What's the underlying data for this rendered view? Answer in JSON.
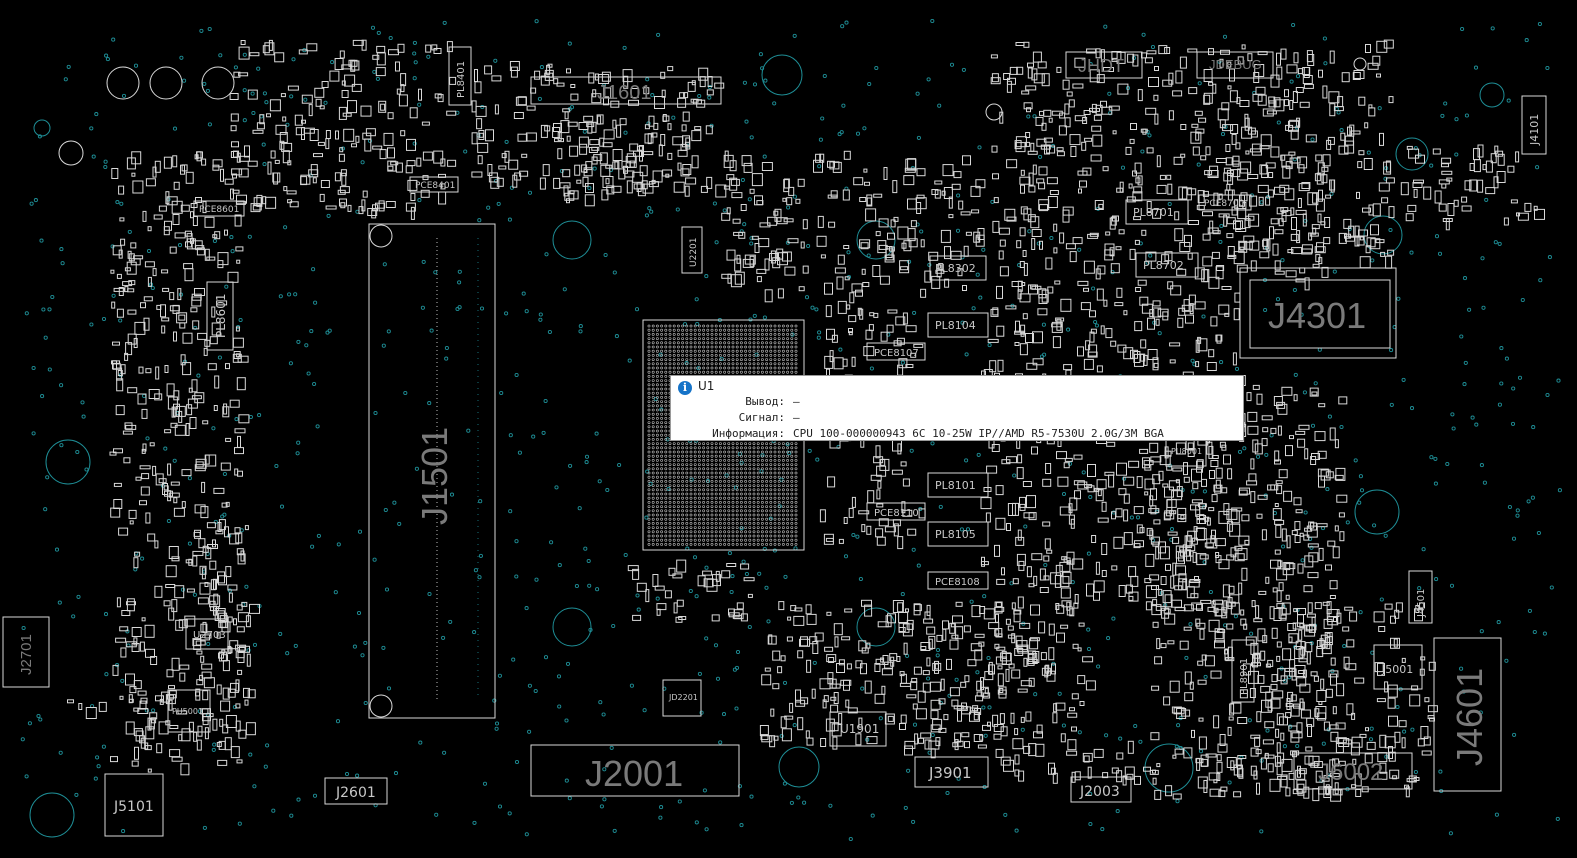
{
  "connectors": {
    "J1601": "J1601",
    "JHDT": "JHDT",
    "JDEBUG": "JDEBUG",
    "J4101": "J4101",
    "J4301": "J4301",
    "J1501": "J1501",
    "J2701": "J2701",
    "J5101": "J5101",
    "J2601": "J2601",
    "J2001": "J2001",
    "J3901": "J3901",
    "J2003": "J2003",
    "J6002": "J6002",
    "J4601": "J4601",
    "J4501": "J4501",
    "J5001": "J5001"
  },
  "components": {
    "U1901": "U1901",
    "U2703": "U2703",
    "JD2201": "JD2201",
    "PU8001": "PU8001",
    "PL8701": "PL8701",
    "PL8702": "PL8702",
    "PL8302": "PL8302",
    "PL8104": "PL8104",
    "PL8101": "PL8101",
    "PL8105": "PL8105",
    "PCE8107": "PCE8107",
    "PCE8110": "PCE8110",
    "PCE8108": "PCE8108",
    "PCE8700": "PCE8700",
    "PCE8601": "PCE8601",
    "PCE8401": "PCE8401",
    "PL8401": "PL8401",
    "PL8601": "PL8601",
    "PL8901": "PL8901",
    "U2201": "U2201",
    "PU5001": "PU5001"
  },
  "tooltip": {
    "title": "U1",
    "rows": [
      {
        "key": "Вывод:",
        "value": "—"
      },
      {
        "key": "Сигнал:",
        "value": "—"
      },
      {
        "key": "Информация:",
        "value": "CPU 100-000000943 6C 10-25W IP//AMD R5-7530U 2.0G/3M BGA"
      }
    ]
  },
  "colors": {
    "background": "#000000",
    "outline": "#d9d9d9",
    "via": "#1e8e96",
    "label": "#7a7a7a",
    "tooltip_icon": "#1573c8"
  }
}
